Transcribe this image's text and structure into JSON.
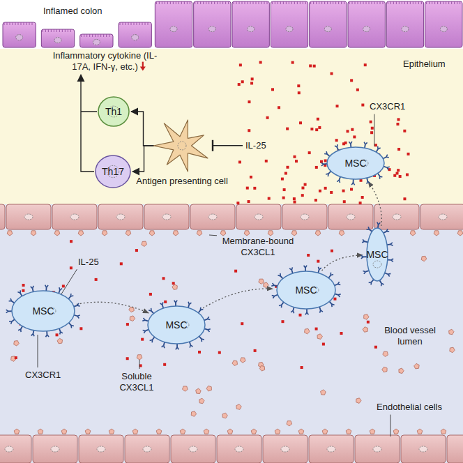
{
  "diagram": {
    "nodes": [
      {
        "text": [
          "Th1"
        ]
      },
      {
        "text": [
          "Th17"
        ]
      },
      {
        "text": [
          "Antigen presenting cell"
        ]
      },
      {
        "text": [
          "MSC"
        ]
      },
      {
        "text": [
          "MSC"
        ]
      },
      {
        "text": [
          "MSC"
        ]
      },
      {
        "text": [
          "MSC"
        ]
      },
      {
        "text": [
          "MSC"
        ]
      }
    ],
    "edges": [
      {
        "from": 2,
        "to": 0,
        "arrow": "to"
      },
      {
        "from": 2,
        "to": 1,
        "arrow": "to"
      },
      {
        "from": 5,
        "to": 6,
        "arrow": "to"
      },
      {
        "from": 6,
        "to": 7,
        "arrow": "to"
      },
      {
        "from": 7,
        "to": 4,
        "arrow": "to"
      },
      {
        "from": 4,
        "to": 3,
        "arrow": "to"
      }
    ],
    "labels": [
      "Inflamed colon",
      "Inflammatory cytokine (IL-17A, IFN-γ, etc.)",
      "Epithelium",
      "IL-25",
      "CX3CR1",
      "Membrane-bound CX3CL1",
      "IL-25",
      "Blood vessel lumen",
      "Soluble CX3CL1",
      "CX3CR1",
      "Endothelial cells"
    ]
  }
}
